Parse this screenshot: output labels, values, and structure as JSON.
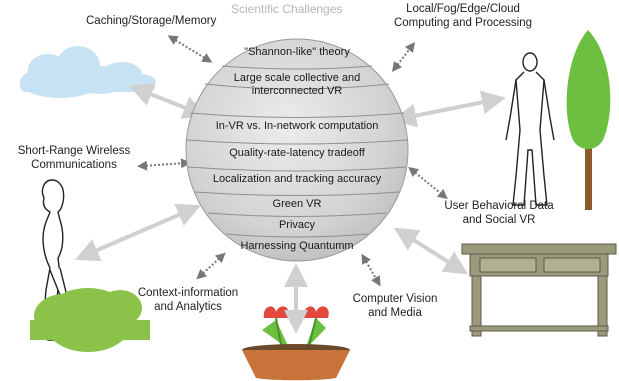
{
  "diagram": {
    "sphere_title": "Scientific Challenges",
    "challenges": [
      "\"Shannon-like\" theory",
      "Large scale collective and interconnected VR",
      "In-VR vs. In-network computation",
      "Quality-rate-latency tradeoff",
      "Localization and tracking accuracy",
      "Green VR",
      "Privacy",
      "Harnessing Quantumm"
    ],
    "labels": {
      "caching": "Caching/Storage/Memory",
      "computing_line1": "Local/Fog/Edge/Cloud",
      "computing_line2": "Computing and Processing",
      "wireless_line1": "Short-Range Wireless",
      "wireless_line2": "Communications",
      "behavior_line1": "User Behavioral Data",
      "behavior_line2": "and Social VR",
      "context_line1": "Context-information",
      "context_line2": "and Analytics",
      "vision_line1": "Computer Vision",
      "vision_line2": "and Media"
    },
    "icons": [
      "cloud-icon",
      "human-figure-icon",
      "tree-icon",
      "woman-silhouette-icon",
      "bushes-icon",
      "table-icon",
      "flower-pot-icon"
    ],
    "colors": {
      "sphere": "#d4d4d4",
      "arrow": "#cfcfcf",
      "dotted_arrow": "#777777",
      "cloud": "#c7e2f3",
      "tree_green": "#6cbf3f",
      "tree_trunk": "#8b5a2b",
      "bush_green": "#8bc34a",
      "table": "#9c9a7d",
      "pot": "#c9733a"
    }
  }
}
